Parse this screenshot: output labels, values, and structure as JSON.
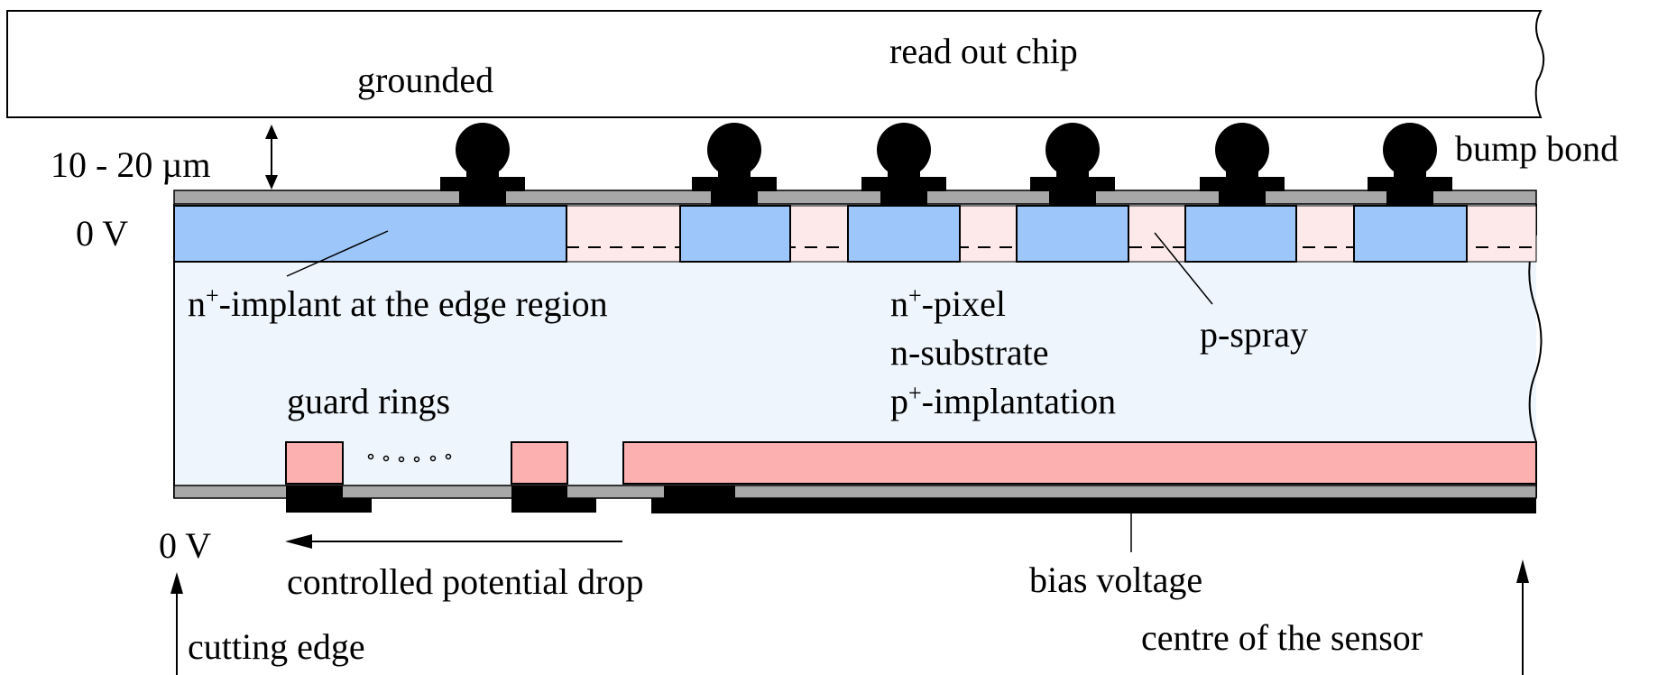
{
  "labels": {
    "readout_chip": "read out chip",
    "grounded": "grounded",
    "gap": "10 - 20 µm",
    "bump_bond": "bump bond",
    "zero_v_top": "0 V",
    "n_plus": "n",
    "plus": "+",
    "edge_implant_rest": "-implant at the edge region",
    "pixel_rest": "-pixel",
    "n_substrate": "n-substrate",
    "p": "p",
    "implantation_rest": "-implantation",
    "p_spray": "p-spray",
    "guard_rings": "guard rings",
    "zero_v_bottom": "0 V",
    "potential_drop": "controlled potential drop",
    "bias_voltage": "bias voltage",
    "cutting_edge": "cutting edge",
    "centre": "centre of the sensor"
  },
  "colors": {
    "substrate": "#eef5fd",
    "n_implant": "#9dc6fa",
    "p_spray": "#fde9e9",
    "p_implant": "#fcb0b0",
    "metal": "#a8a8a8",
    "bump": "#000000"
  }
}
